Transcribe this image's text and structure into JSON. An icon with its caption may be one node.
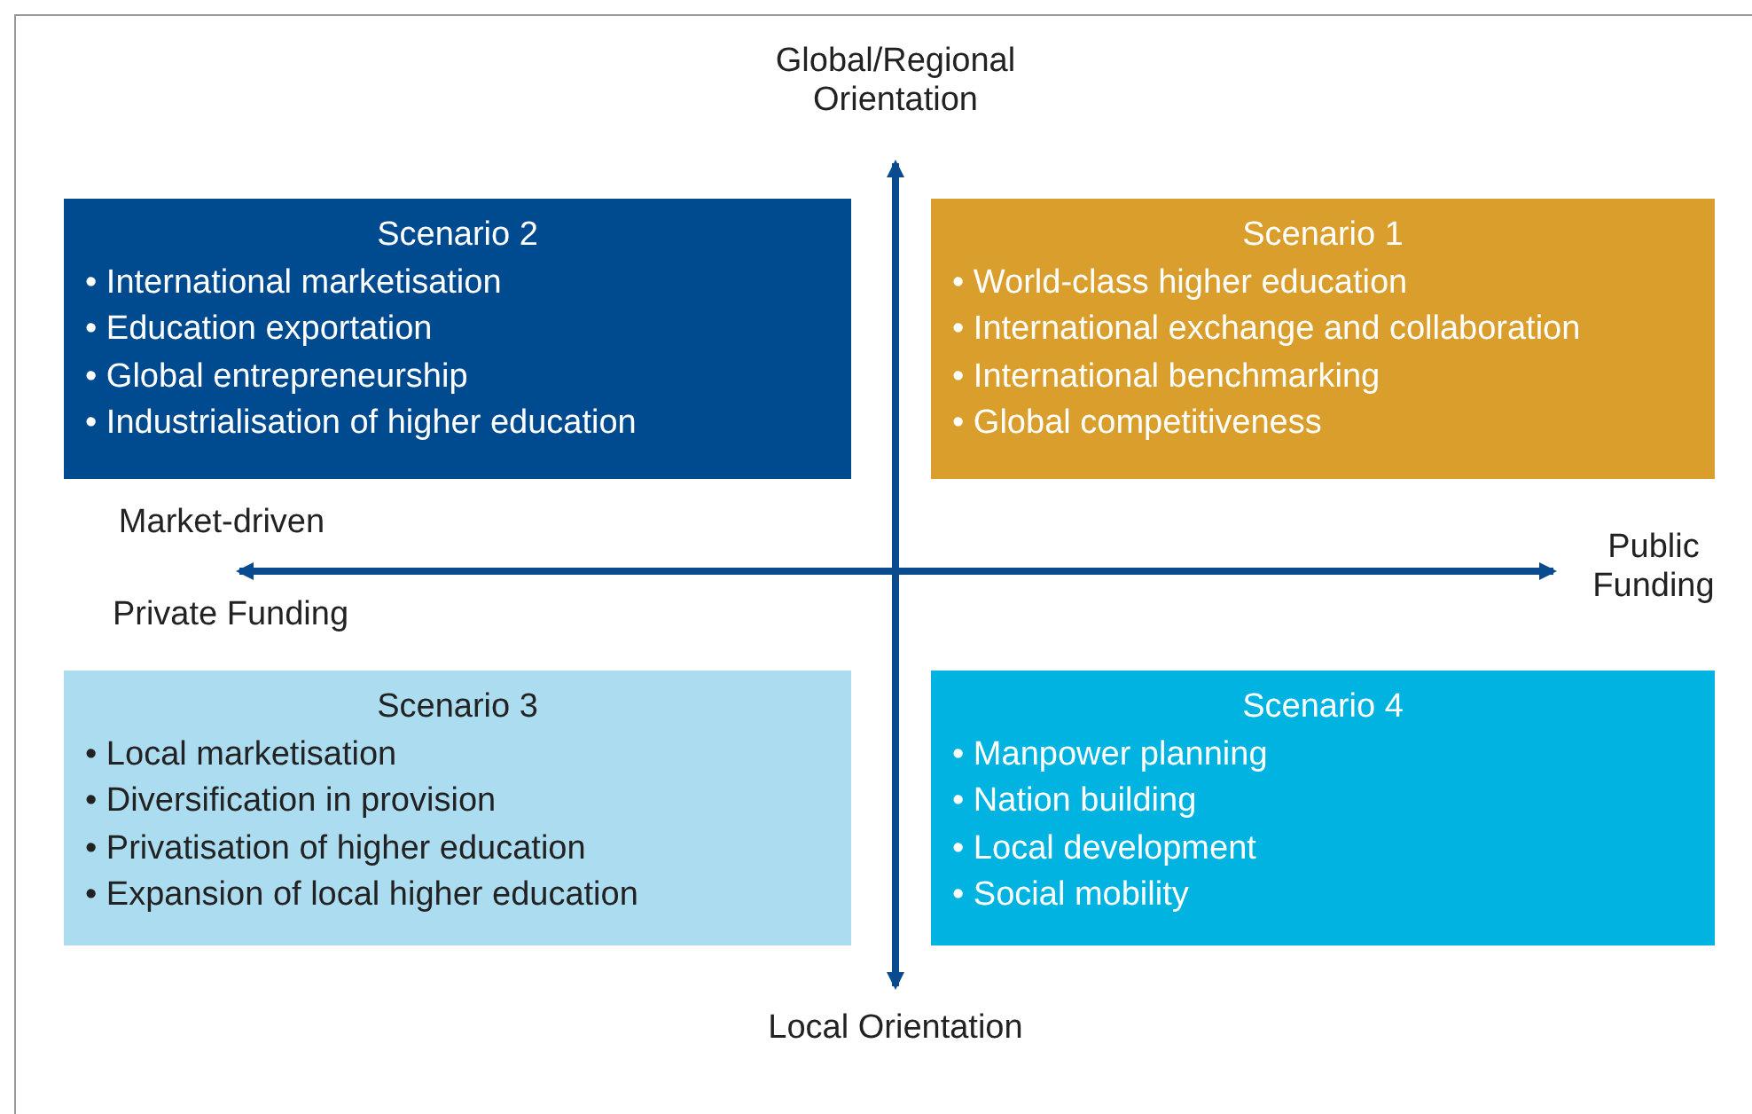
{
  "diagram": {
    "nodes": [
      {
        "text": [
          "Scenario 2",
          "• International marketisation",
          "• Education exportation",
          "• Global entrepreneurship",
          "• Industrialisation of higher education"
        ]
      },
      {
        "text": [
          "Scenario 1",
          "• World-class higher education",
          "• International exchange and collaboration",
          "• International benchmarking",
          "• Global competitiveness"
        ]
      },
      {
        "text": [
          "Scenario 3",
          "• Local marketisation",
          "• Diversification in provision",
          "• Privatisation of higher education",
          "• Expansion of local higher education"
        ]
      },
      {
        "text": [
          "Scenario 4",
          "• Manpower planning",
          "• Nation building",
          "• Local development",
          "• Social mobility"
        ]
      }
    ],
    "labels": [
      "Global/Regional Orientation",
      "Market-driven",
      "Public Funding",
      "Private Funding",
      "Local Orientation"
    ]
  }
}
